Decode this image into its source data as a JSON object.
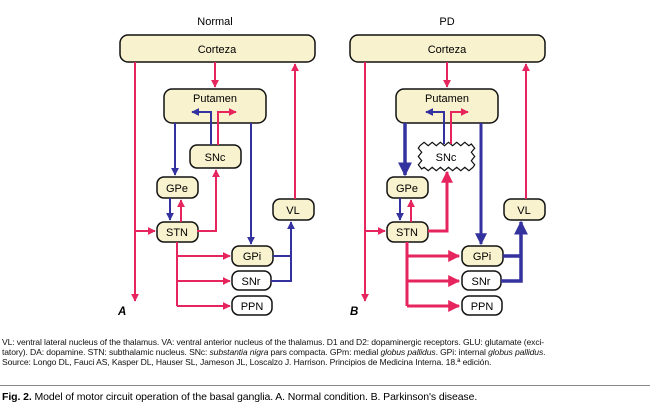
{
  "colors": {
    "excitatory_red": "#E6255E",
    "inhibitory_blue": "#34329F",
    "node_fill_cream": "#F8F2CE",
    "node_fill_white": "#FFFFFF"
  },
  "diagrams": [
    {
      "title": "Normal",
      "panel_label": "A",
      "nodes": {
        "cortex": "Corteza",
        "putamen": "Putamen",
        "snc": "SNc",
        "gpe": "GPe",
        "vl": "VL",
        "stn": "STN",
        "gpi": "GPi",
        "snr": "SNr",
        "ppn": "PPN"
      }
    },
    {
      "title": "PD",
      "panel_label": "B",
      "nodes": {
        "cortex": "Corteza",
        "putamen": "Putamen",
        "snc": "SNc",
        "gpe": "GPe",
        "vl": "VL",
        "stn": "STN",
        "gpi": "GPi",
        "snr": "SNr",
        "ppn": "PPN"
      }
    }
  ],
  "legend": {
    "line1": "VL: ventral lateral nucleus of the thalamus. VA: ventral anterior nucleus of the thalamus. D1 and D2: dopaminergic receptors. GLU: glutamate (exci-",
    "line2": {
      "a": "tatory). DA: dopamine. STN: subthalamic nucleus. SNc: ",
      "i1": "substantia nigra",
      "b": " pars compacta. GPm: medial ",
      "i2": "globus pallidus",
      "c": ". GPi: internal ",
      "i3": "globus pallidus",
      "d": "."
    },
    "line3": "Source: Longo DL, Fauci AS, Kasper DL, Hauser SL, Jameson JL, Loscalzo J. Harrison. Principios de Medicina Interna. 18.ª edición."
  },
  "caption": {
    "label": "Fig. 2.",
    "text": " Model of motor circuit operation of the basal ganglia. A. Normal condition. B. Parkinson's disease."
  }
}
